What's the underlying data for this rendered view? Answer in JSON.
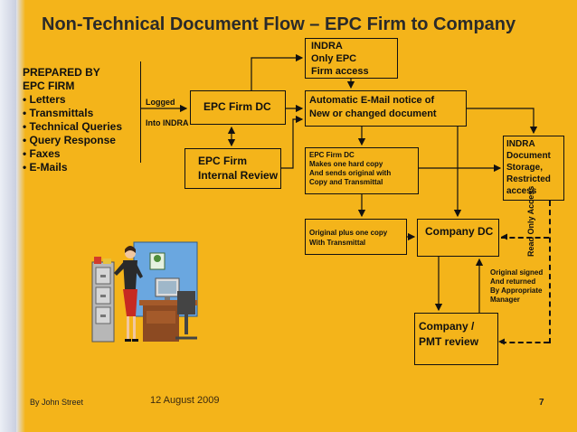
{
  "slide": {
    "title": "Non-Technical Document Flow – EPC Firm to Company",
    "prepared_by": {
      "heading": "PREPARED BY",
      "subheading": "EPC FIRM",
      "items": [
        "Letters",
        "Transmittals",
        "Technical Queries",
        "Query Response",
        "Faxes",
        "E-Mails"
      ]
    },
    "labels": {
      "logged": "Logged",
      "into_indra": "Into INDRA",
      "read_only_access": "Read Only Access"
    },
    "boxes": {
      "indra_epc": [
        "INDRA",
        "Only EPC",
        "Firm access"
      ],
      "epc_firm_dc": "EPC Firm DC",
      "auto_email": [
        "Automatic E-Mail notice of",
        "New or changed document"
      ],
      "epc_internal_review": [
        "EPC Firm",
        "Internal Review"
      ],
      "epc_dc_copy": [
        "EPC Firm DC",
        "Makes one hard copy",
        "And sends original with",
        "Copy and Transmittal"
      ],
      "indra_storage": [
        "INDRA",
        "Document",
        "Storage,",
        "Restricted",
        "access"
      ],
      "original_copy": [
        "Original plus one copy",
        "With Transmittal"
      ],
      "company_dc": "Company DC",
      "original_signed": [
        "Original signed",
        "And returned",
        "By Appropriate",
        "Manager"
      ],
      "company_pmt": [
        "Company /",
        "PMT review"
      ]
    },
    "footer": {
      "author": "By John Street",
      "date": "12 August 2009",
      "page": "7"
    }
  },
  "colors": {
    "background": "#F4B41A",
    "text": "#101010",
    "title": "#2a2a2a"
  },
  "illustration": {
    "icon": "office-worker-filing-cabinet-illustration"
  }
}
